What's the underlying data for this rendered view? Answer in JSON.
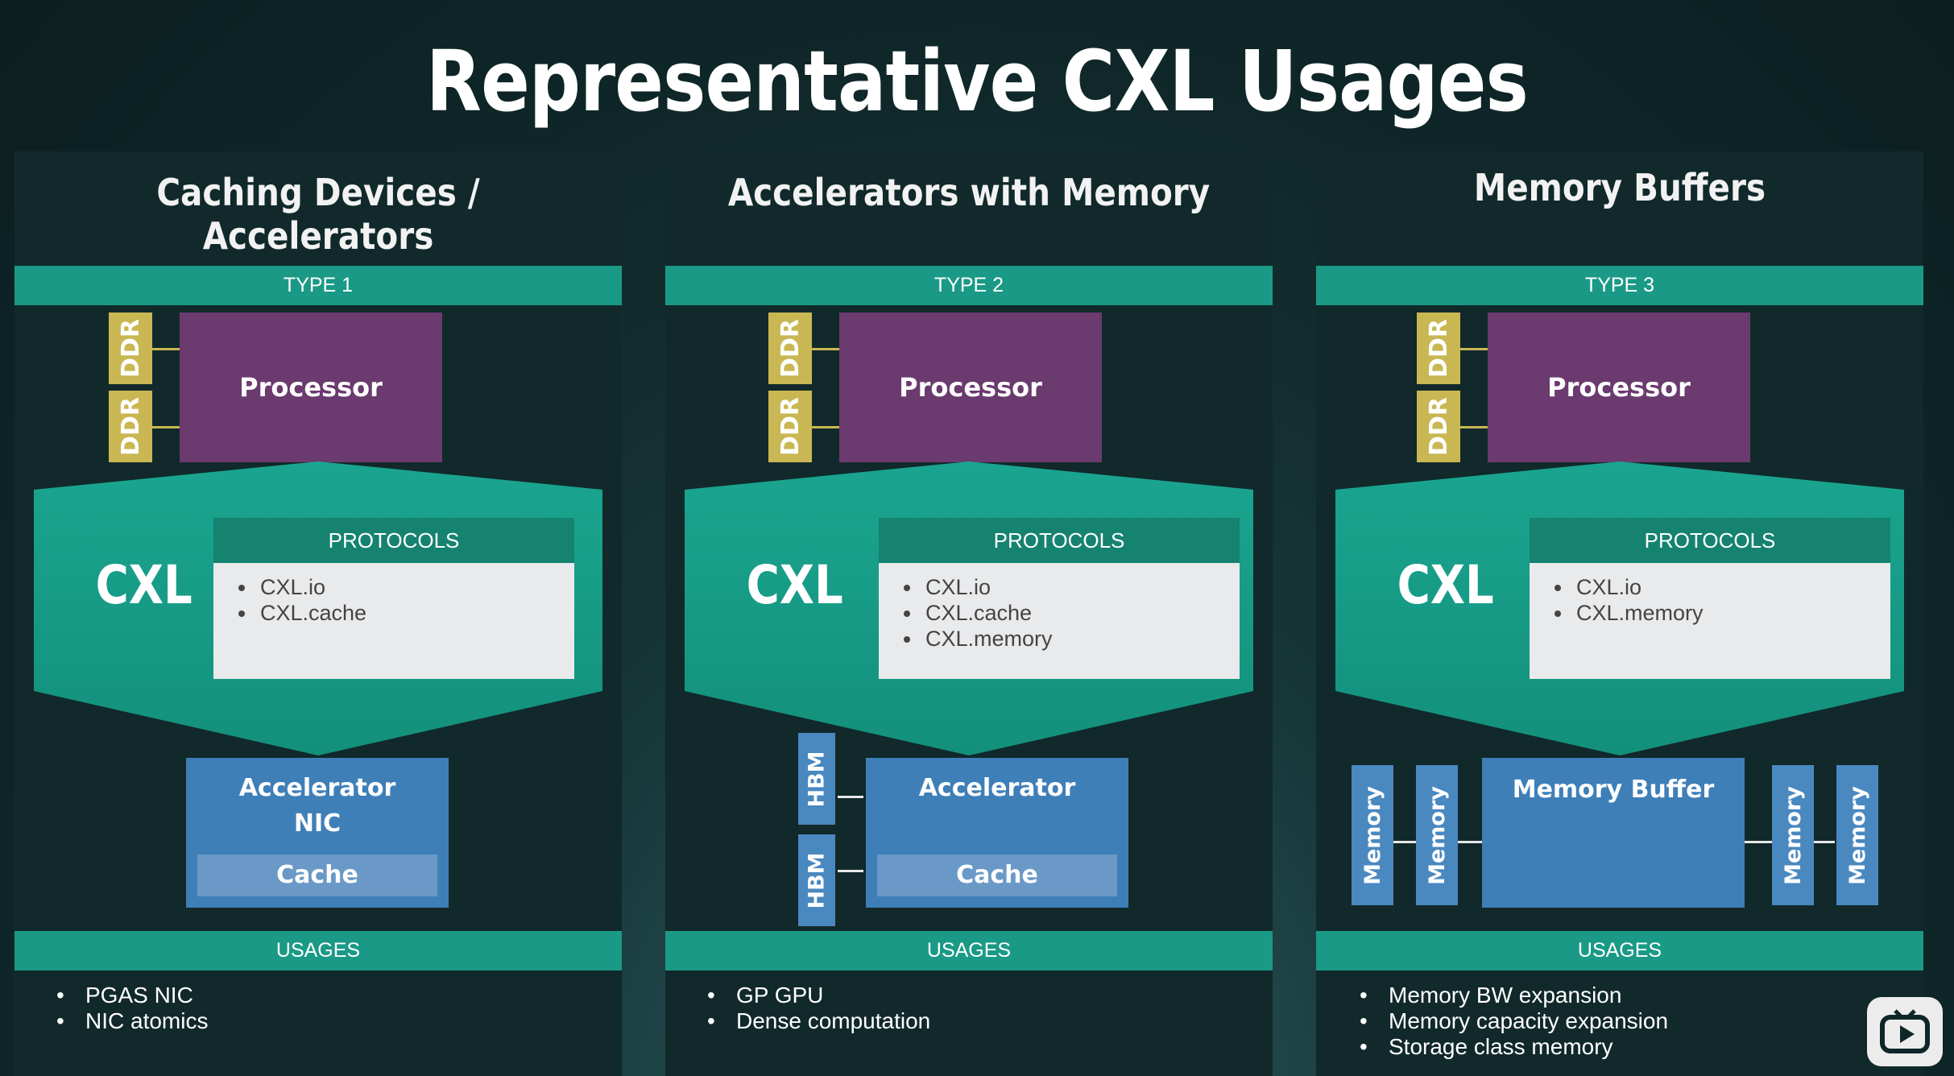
{
  "title": "Representative CXL Usages",
  "panels": [
    {
      "heading": "Caching Devices / Accelerators",
      "type_label": "TYPE 1",
      "ddr": [
        "DDR",
        "DDR"
      ],
      "processor": "Processor",
      "cxl": "CXL",
      "protocols_label": "PROTOCOLS",
      "protocols": [
        "CXL.io",
        "CXL.cache"
      ],
      "device": {
        "title_line1": "Accelerator",
        "title_line2": "NIC",
        "cache": "Cache"
      },
      "usages_label": "USAGES",
      "usages": [
        "PGAS NIC",
        "NIC atomics"
      ]
    },
    {
      "heading": "Accelerators with Memory",
      "type_label": "TYPE 2",
      "ddr": [
        "DDR",
        "DDR"
      ],
      "processor": "Processor",
      "cxl": "CXL",
      "protocols_label": "PROTOCOLS",
      "protocols": [
        "CXL.io",
        "CXL.cache",
        "CXL.memory"
      ],
      "hbm": [
        "HBM",
        "HBM"
      ],
      "device": {
        "title_line1": "Accelerator",
        "cache": "Cache"
      },
      "usages_label": "USAGES",
      "usages": [
        "GP GPU",
        "Dense computation"
      ]
    },
    {
      "heading": "Memory Buffers",
      "type_label": "TYPE 3",
      "ddr": [
        "DDR",
        "DDR"
      ],
      "processor": "Processor",
      "cxl": "CXL",
      "protocols_label": "PROTOCOLS",
      "protocols": [
        "CXL.io",
        "CXL.memory"
      ],
      "memory": [
        "Memory",
        "Memory",
        "Memory",
        "Memory"
      ],
      "device": {
        "title_line1": "Memory Buffer"
      },
      "usages_label": "USAGES",
      "usages": [
        "Memory BW expansion",
        "Memory capacity expansion",
        "Storage class memory"
      ]
    }
  ],
  "colors": {
    "band": "#1a9a86",
    "hexagon": "#14a08b",
    "processor": "#6b3a6f",
    "ddr": "#c9b753",
    "device": "#3f7fb8",
    "cache": "#6a99c7"
  },
  "logo_icon": "video-play-icon"
}
